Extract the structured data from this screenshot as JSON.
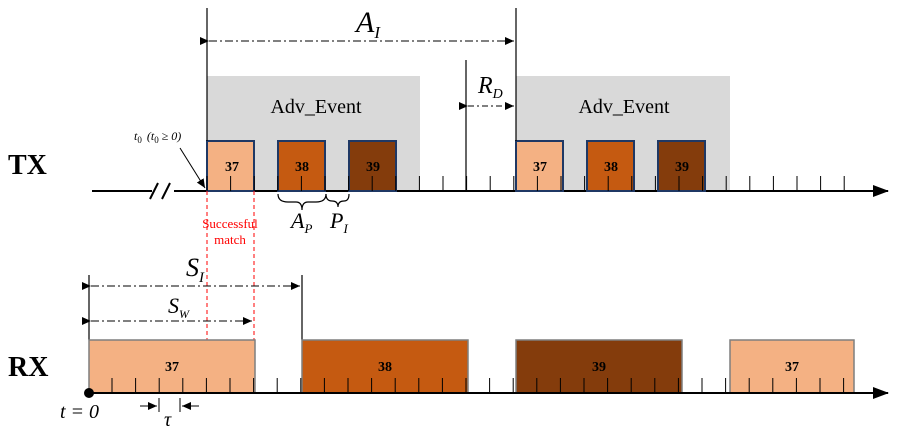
{
  "tx": {
    "row_label": "TX",
    "adv_event_label": "Adv_Event",
    "channels": [
      "37",
      "38",
      "39"
    ],
    "t0_label": "t",
    "t0_sub": "0",
    "t0_cond_open": "(t",
    "t0_cond_sub": "0",
    "t0_cond_close": " ≥ 0)"
  },
  "rx": {
    "row_label": "RX",
    "channels": [
      "37",
      "38",
      "39",
      "37"
    ]
  },
  "labels": {
    "A": "A",
    "A_sub": "I",
    "R": "R",
    "R_sub": "D",
    "AP": "A",
    "AP_sub": "P",
    "PI": "P",
    "PI_sub": "I",
    "SI": "S",
    "SI_sub": "I",
    "SW": "S",
    "SW_sub": "W",
    "t_zero": "t = 0",
    "tau": "τ",
    "match_line1": "Successful",
    "match_line2": "match"
  },
  "colors": {
    "ch37": "#F4B183",
    "ch38": "#C55A11",
    "ch39": "#843C0C",
    "adv_bg": "#D9D9D9",
    "match": "#FF0000",
    "border": "#1F3864"
  }
}
